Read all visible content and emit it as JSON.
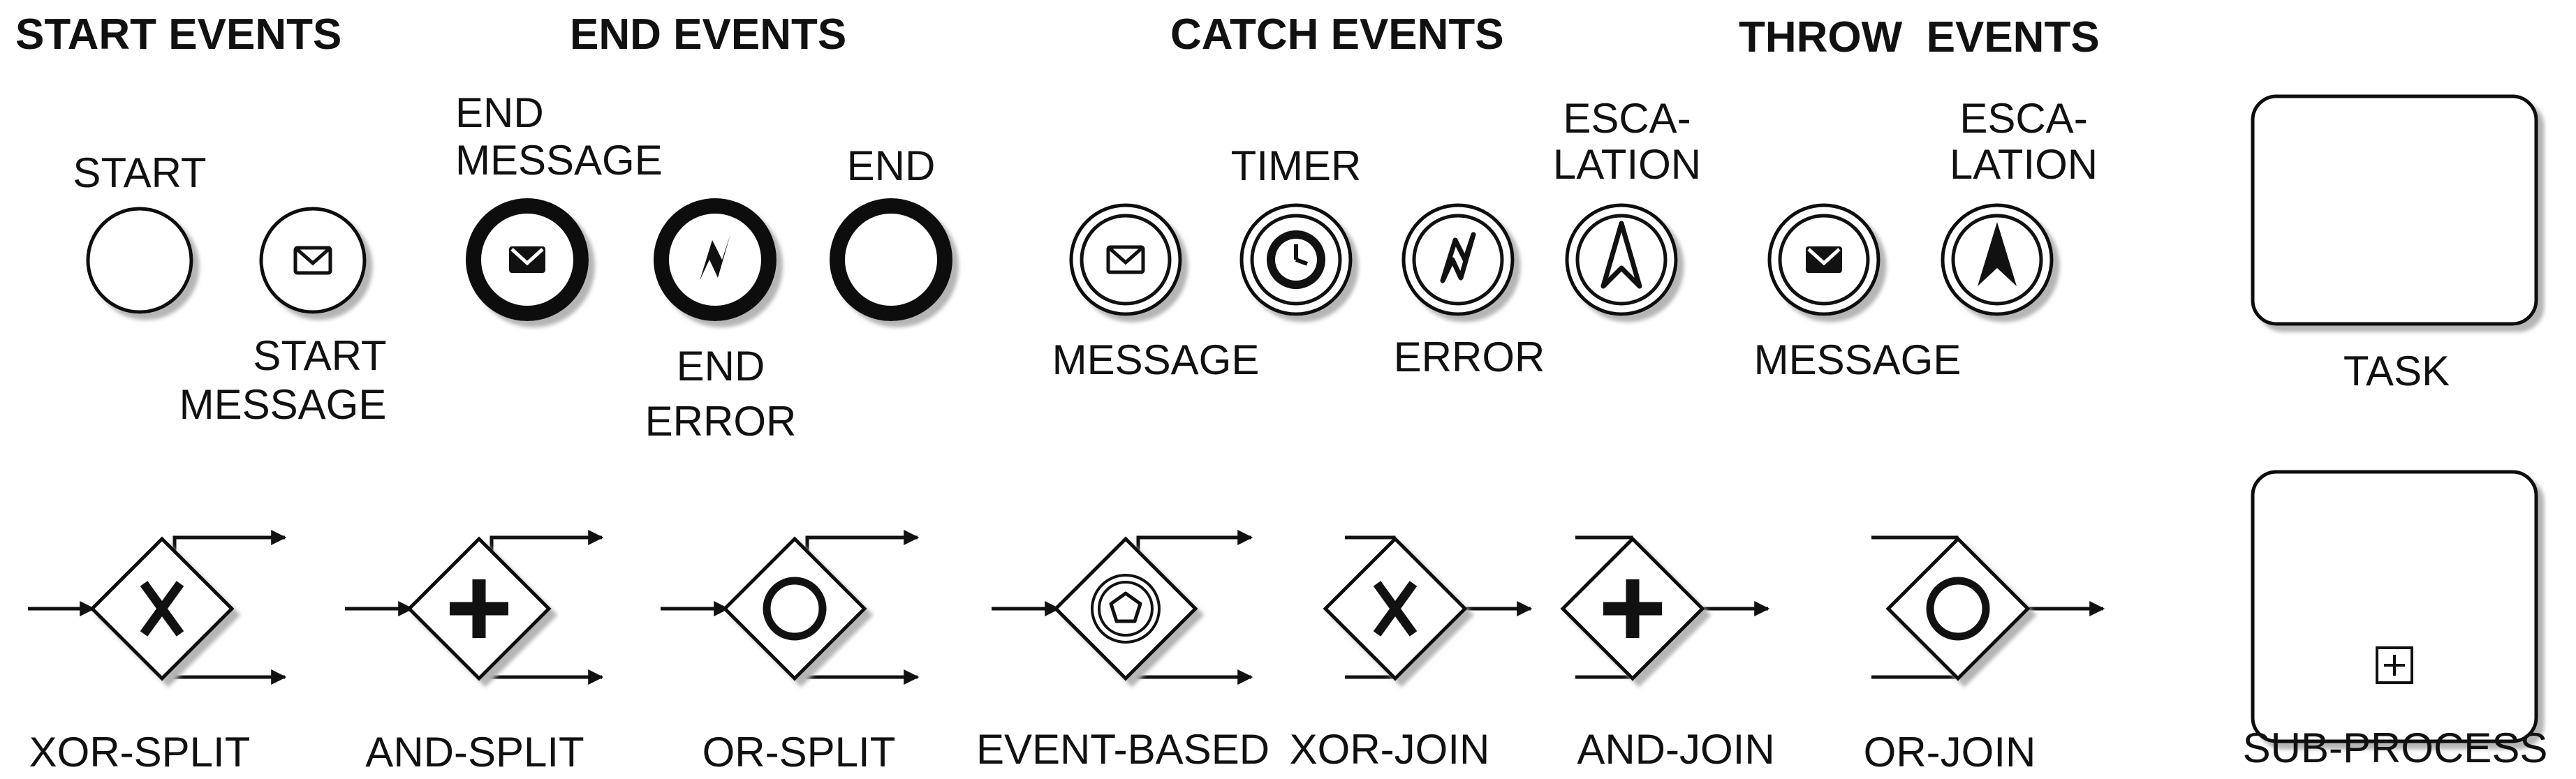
{
  "colors": {
    "stroke": "#111111",
    "shadow": "#c8c8c8",
    "background": "#ffffff"
  },
  "headers": {
    "start": "START EVENTS",
    "end": "END EVENTS",
    "catch": "CATCH EVENTS",
    "throw": "THROW  EVENTS"
  },
  "events": {
    "start": {
      "label": "START"
    },
    "start_message": {
      "label_1": "START",
      "label_2": "MESSAGE",
      "icon": "envelope-icon"
    },
    "end_message": {
      "label_1": "END",
      "label_2": "MESSAGE",
      "icon": "envelope-filled-icon"
    },
    "end_error": {
      "label_1": "END",
      "label_2": "ERROR",
      "icon": "lightning-icon"
    },
    "end": {
      "label": "END"
    },
    "catch_message": {
      "label": "MESSAGE",
      "icon": "envelope-icon"
    },
    "catch_timer": {
      "label": "TIMER",
      "icon": "clock-icon"
    },
    "catch_error": {
      "label": "ERROR",
      "icon": "lightning-icon"
    },
    "catch_escalation": {
      "label_1": "ESCA-",
      "label_2": "LATION",
      "icon": "arrowhead-icon"
    },
    "throw_message": {
      "label": "MESSAGE",
      "icon": "envelope-filled-icon"
    },
    "throw_escalation": {
      "label_1": "ESCA-",
      "label_2": "LATION",
      "icon": "arrowhead-filled-icon"
    }
  },
  "gateways": {
    "xor_split": {
      "label": "XOR-SPLIT",
      "icon": "x-icon"
    },
    "and_split": {
      "label": "AND-SPLIT",
      "icon": "plus-icon"
    },
    "or_split": {
      "label": "OR-SPLIT",
      "icon": "circle-icon"
    },
    "event_based": {
      "label": "EVENT-BASED",
      "icon": "pentagon-icon"
    },
    "xor_join": {
      "label": "XOR-JOIN",
      "icon": "x-icon"
    },
    "and_join": {
      "label": "AND-JOIN",
      "icon": "plus-icon"
    },
    "or_join": {
      "label": "OR-JOIN",
      "icon": "circle-icon"
    }
  },
  "activities": {
    "task": {
      "label": "TASK"
    },
    "sub_process": {
      "label": "SUB-PROCESS",
      "marker": "plus-box-icon"
    }
  }
}
